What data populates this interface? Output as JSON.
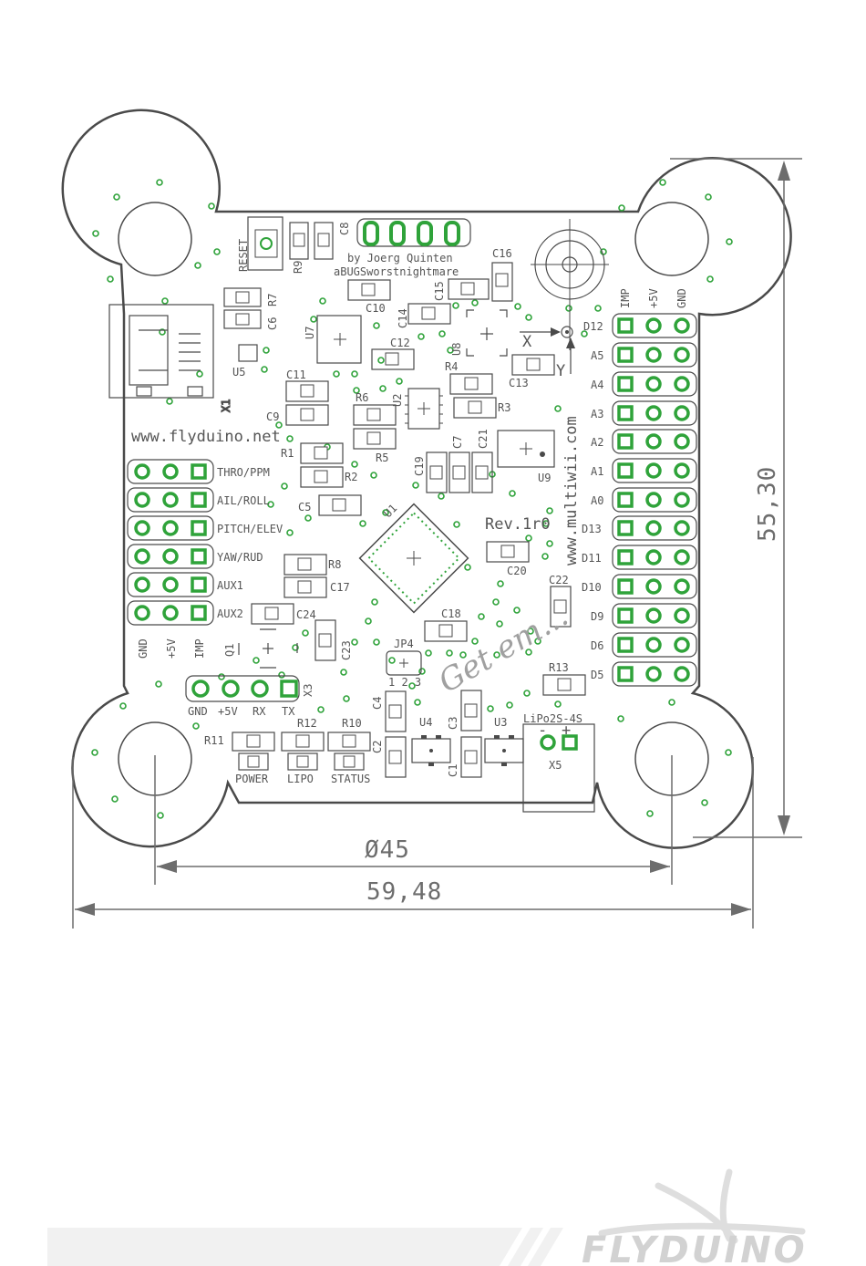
{
  "credits": {
    "line1": "by Joerg Quinten",
    "line2": "aBUGSworstnightmare"
  },
  "urls": {
    "flyduino": "www.flyduino.net",
    "multiwii": "www.multiwii.com"
  },
  "revision": "Rev.1r0",
  "signature": "Get em...",
  "left_headers": [
    "THRO/PPM",
    "AIL/ROLL",
    "PITCH/ELEV",
    "YAW/RUD",
    "AUX1",
    "AUX2"
  ],
  "left_header_columns": [
    "GND",
    "+5V",
    "IMP"
  ],
  "right_headers": [
    "D12",
    "A5",
    "A4",
    "A3",
    "A2",
    "A1",
    "A0",
    "D13",
    "D11",
    "D10",
    "D9",
    "D6",
    "D5"
  ],
  "right_header_columns": [
    "IMP",
    "+5V",
    "GND"
  ],
  "serial_pins": [
    "GND",
    "+5V",
    "RX",
    "TX"
  ],
  "leds": [
    "POWER",
    "LIPO",
    "STATUS"
  ],
  "battery": {
    "label": "LiPo2S-4S",
    "minus": "-",
    "plus": "+",
    "connector": "X5"
  },
  "axis_labels": {
    "x": "X",
    "y": "Y"
  },
  "jumper": {
    "name": "JP4",
    "pins": "1 2 3"
  },
  "reset_label": "RESET",
  "components": {
    "R9": "R9",
    "C8": "C8",
    "C16": "C16",
    "C15": "C15",
    "C10": "C10",
    "R7": "R7",
    "C6": "C6",
    "U7": "U7",
    "U5": "U5",
    "C14": "C14",
    "U8": "U8",
    "C12": "C12",
    "R4": "R4",
    "C13": "C13",
    "C11": "C11",
    "R6": "R6",
    "U2": "U2",
    "R3": "R3",
    "C9": "C9",
    "R5": "R5",
    "X1": "X1",
    "C19": "C19",
    "C7": "C7",
    "C21": "C21",
    "U9": "U9",
    "R1": "R1",
    "R2": "R2",
    "C5": "C5",
    "U1": "U1",
    "R8": "R8",
    "C17": "C17",
    "C20": "C20",
    "C22": "C22",
    "C24": "C24",
    "C18": "C18",
    "C23": "C23",
    "Q1": "Q1",
    "R13": "R13",
    "X3": "X3",
    "C4": "C4",
    "C3": "C3",
    "U4": "U4",
    "U3": "U3",
    "C2": "C2",
    "C1": "C1",
    "R11": "R11",
    "R12": "R12",
    "R10": "R10"
  },
  "dimensions": {
    "height": "55,30",
    "hole_spacing": "Ø45",
    "width": "59,48"
  },
  "brand": "FLYDUINO"
}
